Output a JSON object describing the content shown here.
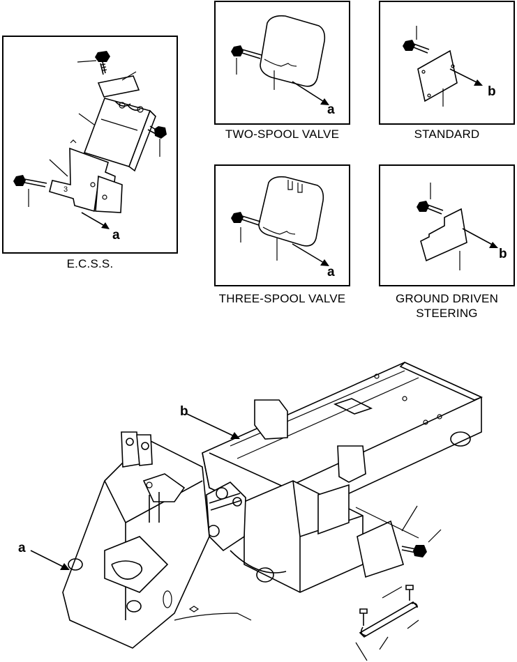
{
  "insets": {
    "ecss": {
      "caption": "E.C.S.S.",
      "arrow_label": "a"
    },
    "two_spool": {
      "caption": "TWO-SPOOL VALVE",
      "arrow_label": "a"
    },
    "standard": {
      "caption": "STANDARD",
      "arrow_label": "b"
    },
    "three_spool": {
      "caption": "THREE-SPOOL VALVE",
      "arrow_label": "a"
    },
    "ground_driven": {
      "caption_line1": "GROUND DRIVEN",
      "caption_line2": "STEERING",
      "arrow_label": "b"
    }
  },
  "main": {
    "arrow_a_label": "a",
    "arrow_b_label": "b"
  }
}
